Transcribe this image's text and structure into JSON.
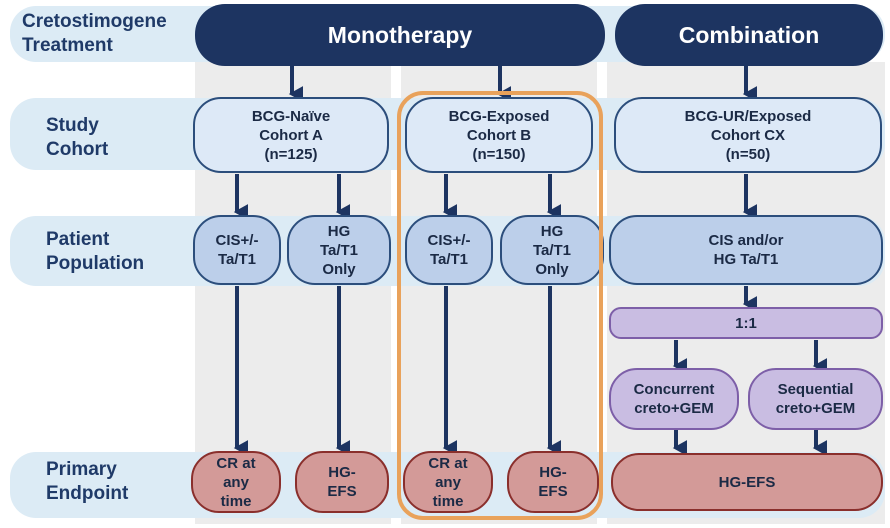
{
  "row_labels": {
    "treatment": [
      "Cretostimogene",
      "Treatment"
    ],
    "cohort": [
      "Study",
      "Cohort"
    ],
    "population": [
      "Patient",
      "Population"
    ],
    "endpoint": [
      "Primary",
      "Endpoint"
    ]
  },
  "headers": {
    "monotherapy": "Monotherapy",
    "combination": "Combination"
  },
  "cohorts": {
    "a": [
      "BCG-Naïve",
      "Cohort A",
      "(n=125)"
    ],
    "b": [
      "BCG-Exposed",
      "Cohort B",
      "(n=150)"
    ],
    "cx": [
      "BCG-UR/Exposed",
      "Cohort CX",
      "(n=50)"
    ]
  },
  "populations": {
    "a_cis": [
      "CIS+/-",
      "Ta/T1"
    ],
    "a_hg": [
      "HG",
      "Ta/T1",
      "Only"
    ],
    "b_cis": [
      "CIS+/-",
      "Ta/T1"
    ],
    "b_hg": [
      "HG",
      "Ta/T1",
      "Only"
    ],
    "cx": [
      "CIS and/or",
      "HG Ta/T1"
    ]
  },
  "randomization": "1:1",
  "arms": {
    "concurrent": [
      "Concurrent",
      "creto+GEM"
    ],
    "sequential": [
      "Sequential",
      "creto+GEM"
    ]
  },
  "endpoints": {
    "a_cr": [
      "CR at",
      "any",
      "time"
    ],
    "a_efs": [
      "HG-",
      "EFS"
    ],
    "b_cr": [
      "CR at",
      "any",
      "time"
    ],
    "b_efs": [
      "HG-",
      "EFS"
    ],
    "cx": "HG-EFS"
  },
  "colors": {
    "navy": "#1d3461",
    "band": "#dcebf5",
    "highlight": "#e9a25b",
    "red_node": "#d39a98",
    "purple_node": "#c9bde2"
  }
}
